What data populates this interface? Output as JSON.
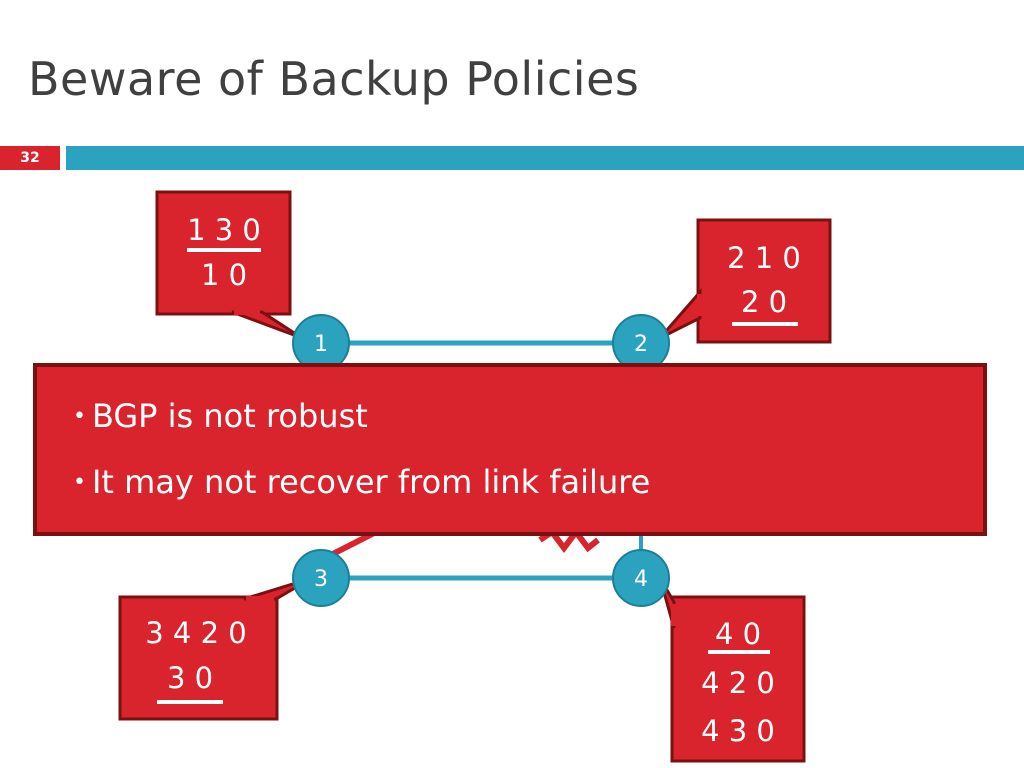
{
  "slide": {
    "title": "Beware of Backup Policies",
    "page_number": "32"
  },
  "diagram": {
    "nodes": [
      {
        "id": "1",
        "label": "1"
      },
      {
        "id": "2",
        "label": "2"
      },
      {
        "id": "3",
        "label": "3"
      },
      {
        "id": "4",
        "label": "4"
      }
    ],
    "links": [
      {
        "from": "1",
        "to": "2"
      },
      {
        "from": "3",
        "to": "4"
      }
    ],
    "path_boxes": [
      {
        "node": "1",
        "paths": [
          "1 3 0",
          "1 0"
        ],
        "selected_index": 0
      },
      {
        "node": "2",
        "paths": [
          "2 1 0",
          "2 0"
        ],
        "selected_index": 1
      },
      {
        "node": "3",
        "paths": [
          "3 4 2 0",
          "3 0"
        ],
        "selected_index": 1
      },
      {
        "node": "4",
        "paths": [
          "4 0",
          "4 2 0",
          "4 3 0"
        ],
        "selected_index": 0
      }
    ]
  },
  "banner": {
    "bullets": [
      "BGP is not robust",
      "It may not recover from link failure"
    ]
  },
  "colors": {
    "accent_red": "#d9232d",
    "accent_teal": "#2ba3bf",
    "title_gray": "#404040",
    "box_border": "#7a1010"
  }
}
